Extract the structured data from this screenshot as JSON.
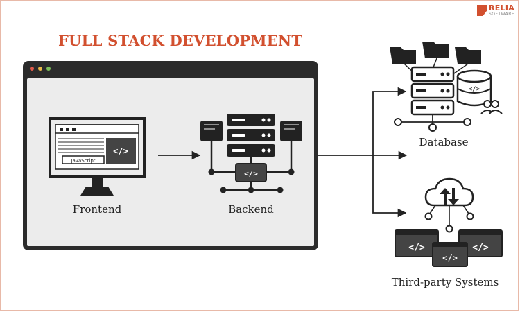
{
  "title": "FULL STACK DEVELOPMENT",
  "logo": {
    "name": "RELIA",
    "sub": "SOFTWARE"
  },
  "window_dots": [
    "#e05a4a",
    "#e9b949",
    "#7cbf5a"
  ],
  "nodes": {
    "frontend": "Frontend",
    "backend": "Backend",
    "database": "Database",
    "third_party": "Third-party Systems"
  },
  "frontend_tag": "JavaScript",
  "code_glyph": "</>"
}
